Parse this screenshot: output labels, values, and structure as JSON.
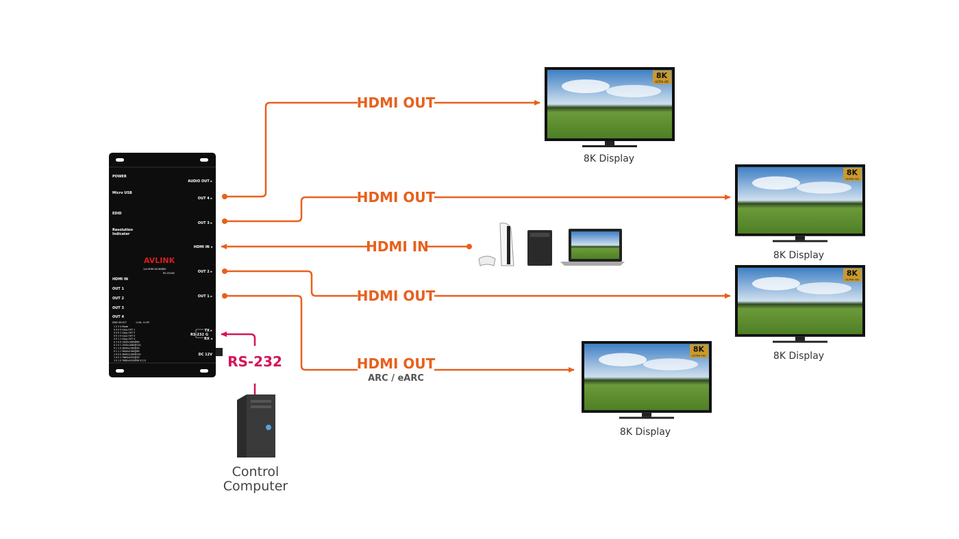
{
  "colors": {
    "hdmi": "#e8601c",
    "rs232": "#d4145a",
    "device": "#0d0d0d",
    "brand": "#d81e1e"
  },
  "device": {
    "brand": "AVLINK",
    "model_line": "1x4 HDMI DA 8K@60",
    "model": "RS-1914W",
    "left_labels": [
      "POWER",
      "Micro USB",
      "EDID",
      "Resolution",
      "Indicater",
      "HDMI IN",
      "OUT 1",
      "OUT 2",
      "OUT 3",
      "OUT 4"
    ],
    "right_labels": [
      "AUDIO OUT ▸",
      "OUT 4 ▸",
      "OUT 3 ▸",
      "HDMI IN ◂",
      "OUT 2 ▸",
      "OUT 1 ▸",
      "TX ▸",
      "RS-232",
      "G",
      "RX ◂",
      "DC 12V"
    ],
    "edid_header": "EDID SELECT",
    "edid_legend": "1:ON ; 0:OFF",
    "edid_rows": [
      "1 2 3 4   Mode",
      "0 0 0 0   Copy OUT 1",
      "0 0 0 1   Copy OUT 2",
      "0 0 1 0   Copy OUT 3",
      "0 0 1 1   Copy OUT 4",
      "0 1 0 0   1920x1080@60",
      "0 1 0 1   1920x1080@120",
      "0 1 1 0   3840x2160@30",
      "0 1 1 1   3840x2160@60",
      "1 0 0 0   3840x2160@120",
      "1 0 0 1   7680x4320@30",
      "1 0 1 0   7680x4320@60 4:2:0"
    ]
  },
  "connections": {
    "out4": {
      "label": "HDMI OUT"
    },
    "out3": {
      "label": "HDMI OUT"
    },
    "hdmi_in": {
      "label": "HDMI IN"
    },
    "out2": {
      "label": "HDMI OUT"
    },
    "out1": {
      "label": "HDMI OUT",
      "sublabel": "ARC / eARC"
    },
    "rs232": {
      "label": "RS-232"
    }
  },
  "displays": [
    {
      "caption": "8K Display",
      "badge": "8K",
      "badge_sub": "ULTRA HD"
    },
    {
      "caption": "8K Display",
      "badge": "8K",
      "badge_sub": "ULTRA HD"
    },
    {
      "caption": "8K Display",
      "badge": "8K",
      "badge_sub": "ULTRA HD"
    },
    {
      "caption": "8K Display",
      "badge": "8K",
      "badge_sub": "ULTRA HD"
    }
  ],
  "control_computer": {
    "caption_line1": "Control",
    "caption_line2": "Computer"
  }
}
